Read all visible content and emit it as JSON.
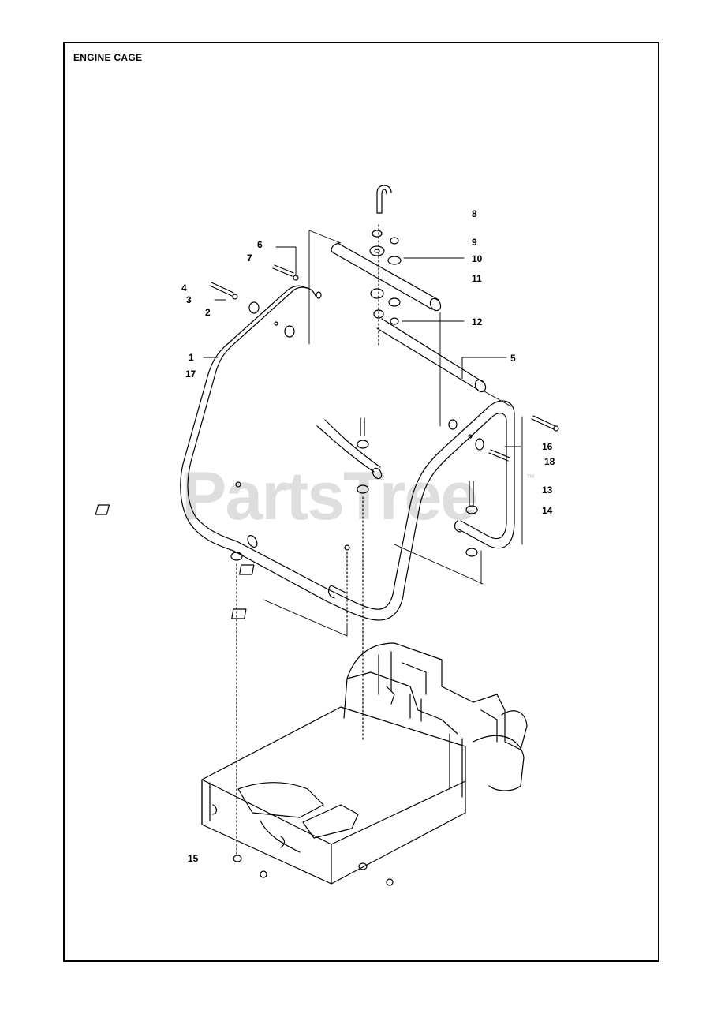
{
  "title": "ENGINE CAGE",
  "watermark": "PartsTree",
  "watermark_tm": "™",
  "callouts": {
    "c1": "1",
    "c2": "2",
    "c3": "3",
    "c4": "4",
    "c5": "5",
    "c6": "6",
    "c7": "7",
    "c8": "8",
    "c9": "9",
    "c10": "10",
    "c11": "11",
    "c12": "12",
    "c13": "13",
    "c14": "14",
    "c15": "15",
    "c16": "16",
    "c17": "17",
    "c18": "18"
  }
}
